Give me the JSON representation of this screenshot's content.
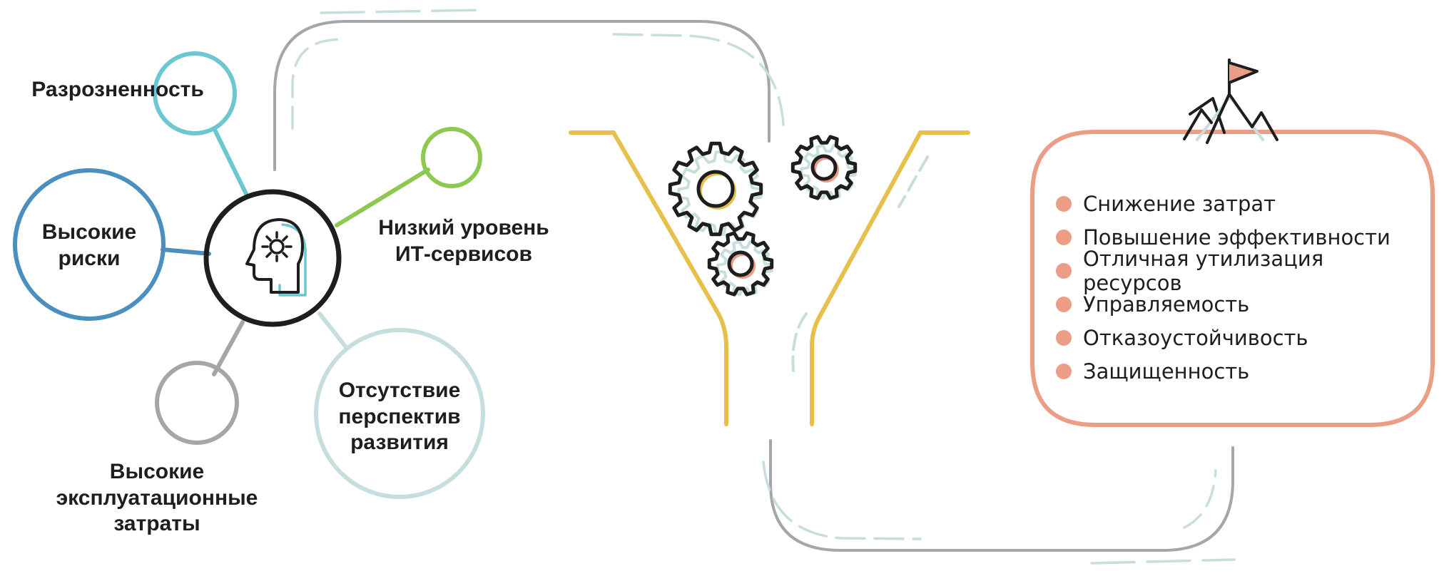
{
  "colors": {
    "teal": "#6dc7d1",
    "blue": "#4a8fbe",
    "green": "#8dc850",
    "grey": "#a3a7aa",
    "pale": "#c7dede",
    "dark": "#1e1e1e",
    "yellow": "#e6c04b",
    "salmon": "#ec9d86"
  },
  "problems": {
    "disunity": "Разрозненность",
    "high_risks": [
      "Высокие",
      "риски"
    ],
    "low_it": [
      "Низкий уровень",
      "ИТ-сервисов"
    ],
    "no_prospects": [
      "Отсутствие",
      "перспектив",
      "развития"
    ],
    "high_costs": [
      "Высокие",
      "эксплуатационные",
      "затраты"
    ]
  },
  "icons": {
    "center": "head-with-gear-icon",
    "funnel": "gears-icon",
    "goal": "mountain-flag-icon"
  },
  "benefits": [
    "Снижение затрат",
    "Повышение эффективности",
    "Отличная утилизация ресурсов",
    "Управляемость",
    "Отказоустойчивость",
    "Защищенность"
  ]
}
